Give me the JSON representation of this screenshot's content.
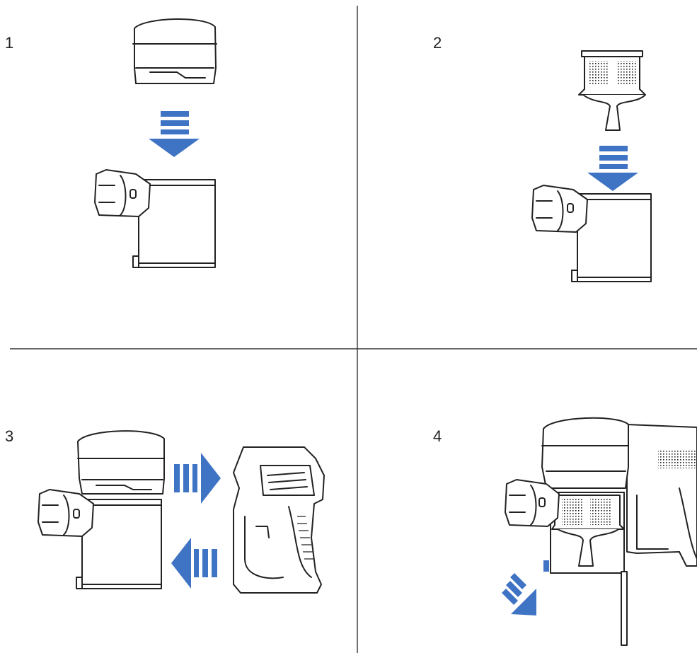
{
  "steps": [
    {
      "number": "1"
    },
    {
      "number": "2"
    },
    {
      "number": "3"
    },
    {
      "number": "4"
    }
  ],
  "colors": {
    "arrow": "#3f73c4",
    "line": "#222222",
    "background": "#ffffff"
  }
}
